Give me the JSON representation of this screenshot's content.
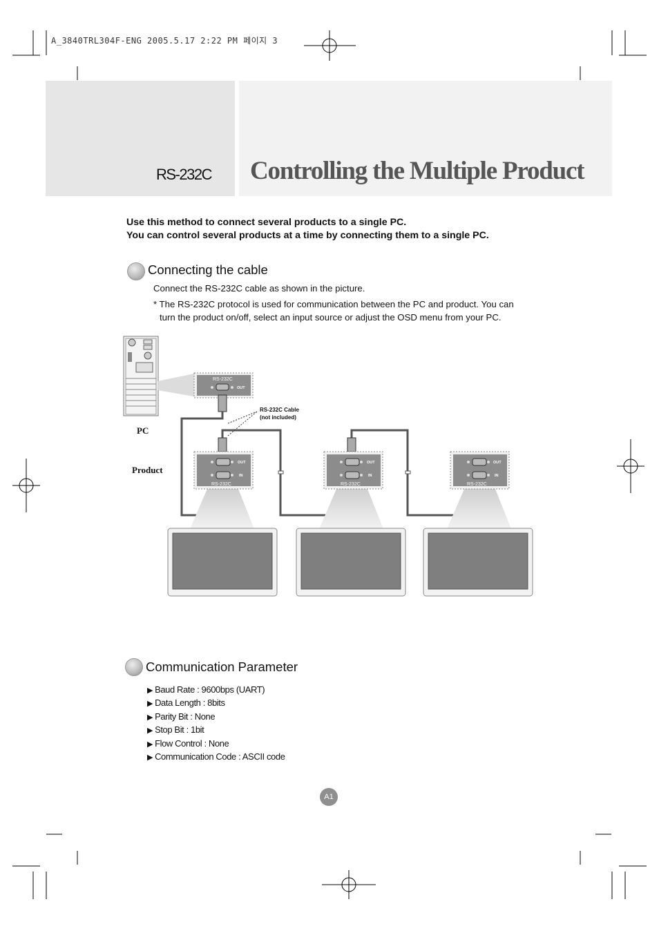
{
  "print_header": "A_3840TRL304F-ENG 2005.5.17 2:22 PM 페이지 3",
  "header": {
    "section_label": "RS-232C",
    "title": "Controlling the Multiple Product"
  },
  "intro": {
    "line1": "Use this method to connect several products to a single PC.",
    "line2": "You can control several products at a time by connecting them to a single PC."
  },
  "connecting": {
    "title": "Connecting the cable",
    "text1": "Connect the RS-232C cable as shown in the picture.",
    "text2_line1": "* The RS-232C protocol is used for communication between the PC and product. You can",
    "text2_line2": "turn the product on/off, select an input source or adjust the OSD menu from your PC."
  },
  "diagram": {
    "pc_label": "PC",
    "product_label": "Product",
    "pc_port_label": "RS-232C",
    "out_label": "OUT",
    "in_label": "IN",
    "product_port_label": "RS-232C",
    "cable_label_line1": "RS-232C Cable",
    "cable_label_line2": "(not included)"
  },
  "communication": {
    "title": "Communication Parameter",
    "params": [
      "Baud Rate : 9600bps (UART)",
      "Data Length : 8bits",
      "Parity Bit : None",
      "Stop Bit : 1bit",
      "Flow Control : None",
      "Communication Code : ASCII code"
    ]
  },
  "page_number": "A1",
  "colors": {
    "header_left_bg": "#e6e6e6",
    "header_right_bg": "#f2f2f2",
    "title_color": "#555555",
    "cable_color": "#555555",
    "screen_color": "#7f7f7f"
  }
}
